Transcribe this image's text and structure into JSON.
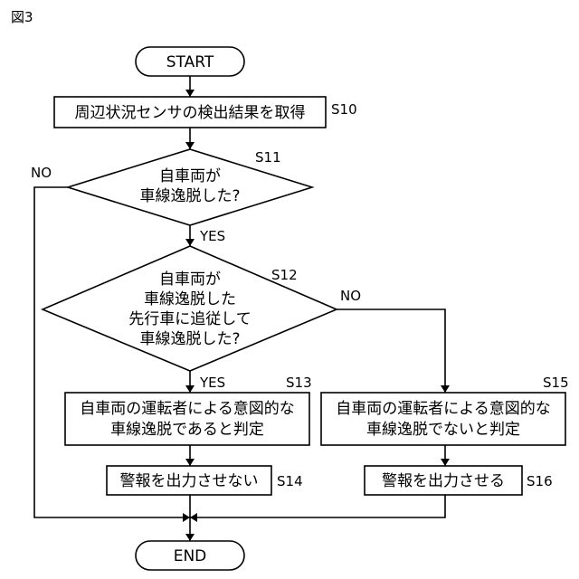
{
  "figure": {
    "label": "図3"
  },
  "nodes": {
    "start": {
      "lines": [
        "START"
      ]
    },
    "s10": {
      "lines": [
        "周辺状況センサの検出結果を取得"
      ],
      "step": "S10"
    },
    "s11": {
      "lines": [
        "自車両が",
        "車線逸脱した?"
      ],
      "step": "S11"
    },
    "s12": {
      "lines": [
        "自車両が",
        "車線逸脱した",
        "先行車に追従して",
        "車線逸脱した?"
      ],
      "step": "S12"
    },
    "s13": {
      "lines": [
        "自車両の運転者による意図的な",
        "車線逸脱であると判定"
      ],
      "step": "S13"
    },
    "s14": {
      "lines": [
        "警報を出力させない"
      ],
      "step": "S14"
    },
    "s15": {
      "lines": [
        "自車両の運転者による意図的な",
        "車線逸脱でないと判定"
      ],
      "step": "S15"
    },
    "s16": {
      "lines": [
        "警報を出力させる"
      ],
      "step": "S16"
    },
    "end": {
      "lines": [
        "END"
      ]
    }
  },
  "branches": {
    "s11_no": "NO",
    "s11_yes": "YES",
    "s12_no": "NO",
    "s12_yes": "YES"
  },
  "colors": {
    "line": "#000000",
    "background": "#ffffff"
  }
}
